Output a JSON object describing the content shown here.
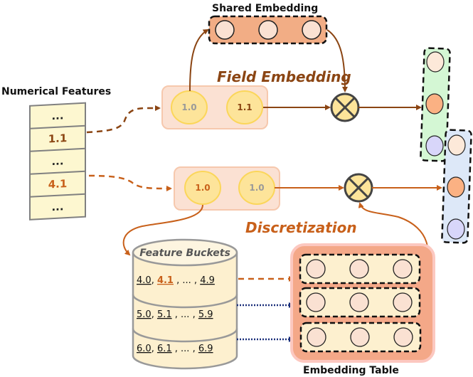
{
  "labels": {
    "numerical_features": "Numerical Features",
    "shared_embedding": "Shared Embedding",
    "field_embedding": "Field Embedding",
    "discretization": "Discretization",
    "feature_buckets": "Feature Buckets",
    "embedding_table": "Embedding Table"
  },
  "feature_column": [
    "...",
    "1.1",
    "...",
    "4.1",
    "..."
  ],
  "field_embedding_nodes": [
    "1.0",
    "1.1"
  ],
  "discretization_nodes": [
    "1.0",
    "1.0"
  ],
  "buckets": [
    {
      "items": [
        "4.0",
        "4.1",
        "...",
        "4.9"
      ],
      "highlight": "4.1"
    },
    {
      "items": [
        "5.0",
        "5.1",
        "...",
        "5.9"
      ]
    },
    {
      "items": [
        "6.0",
        "6.1",
        "...",
        "6.9"
      ]
    }
  ],
  "colors": {
    "dark_brown": "#8b4513",
    "orange": "#c8601a",
    "node_yellow": "#fde49a",
    "panel_peach": "#fbe1d3",
    "shared_emb": "#f2ad85",
    "table_outer": "#f4a888",
    "cream": "#fdf0cf",
    "green_panel": "#d4f7d4",
    "blue_panel": "#dde8f8",
    "navy": "#1a2f7a"
  }
}
